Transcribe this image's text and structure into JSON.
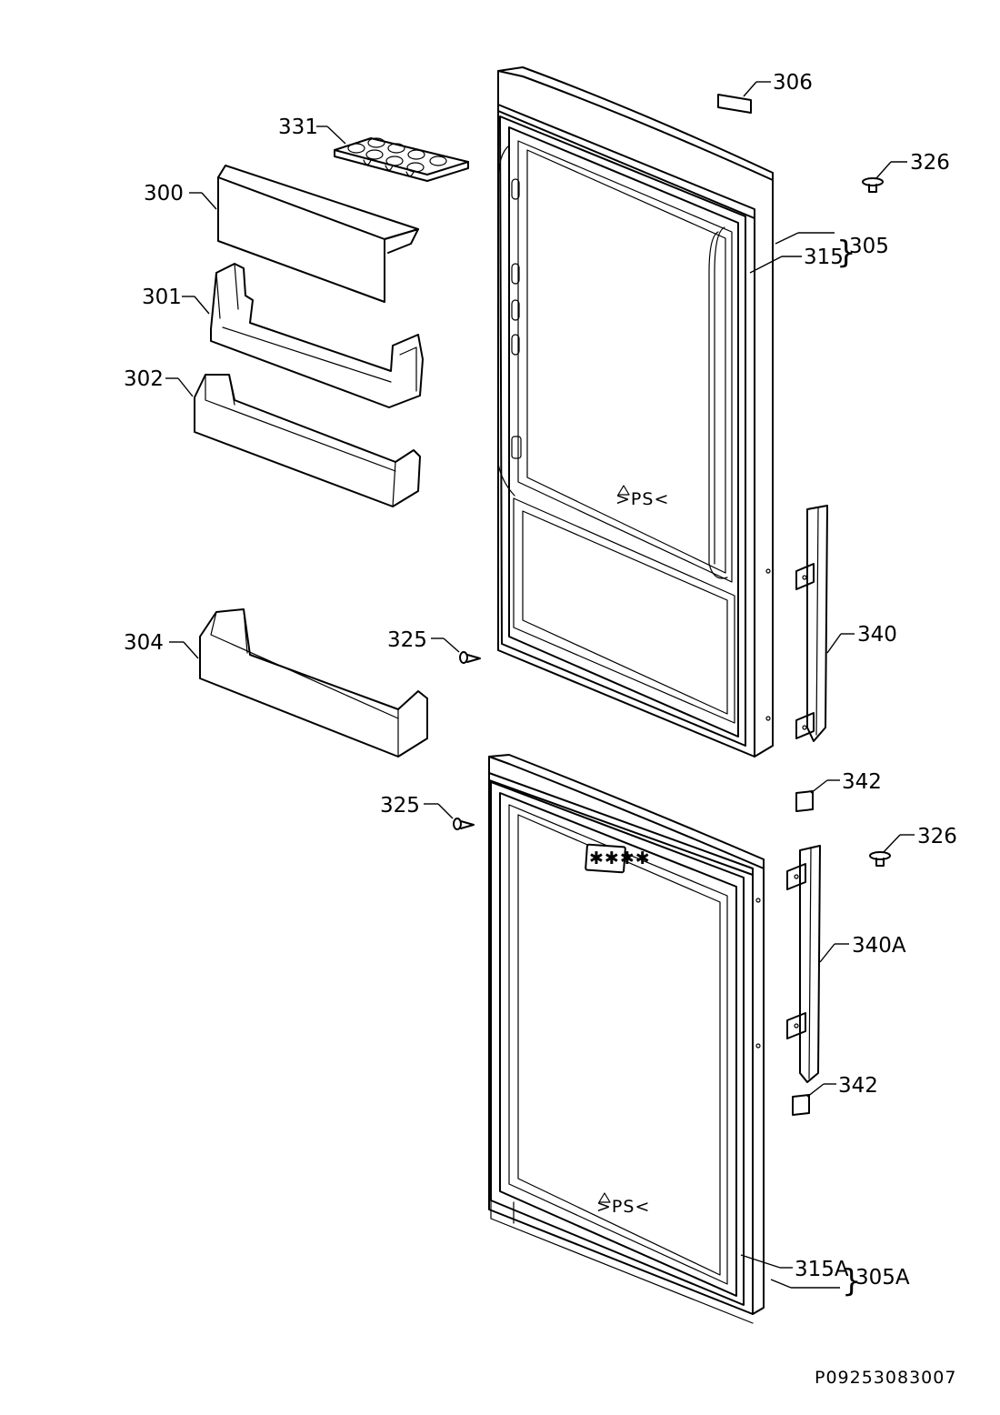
{
  "labels": {
    "p306": "306",
    "p331": "331",
    "p326a": "326",
    "p300": "300",
    "p305": "305",
    "p315": "315",
    "p301": "301",
    "p302": "302",
    "p325a": "325",
    "p340": "340",
    "p304": "304",
    "p342a": "342",
    "p325b": "325",
    "p326b": "326",
    "p340A": "340A",
    "p342b": "342",
    "p315A": "315A",
    "p305A": "305A"
  },
  "drawing_code": "P09253083007"
}
